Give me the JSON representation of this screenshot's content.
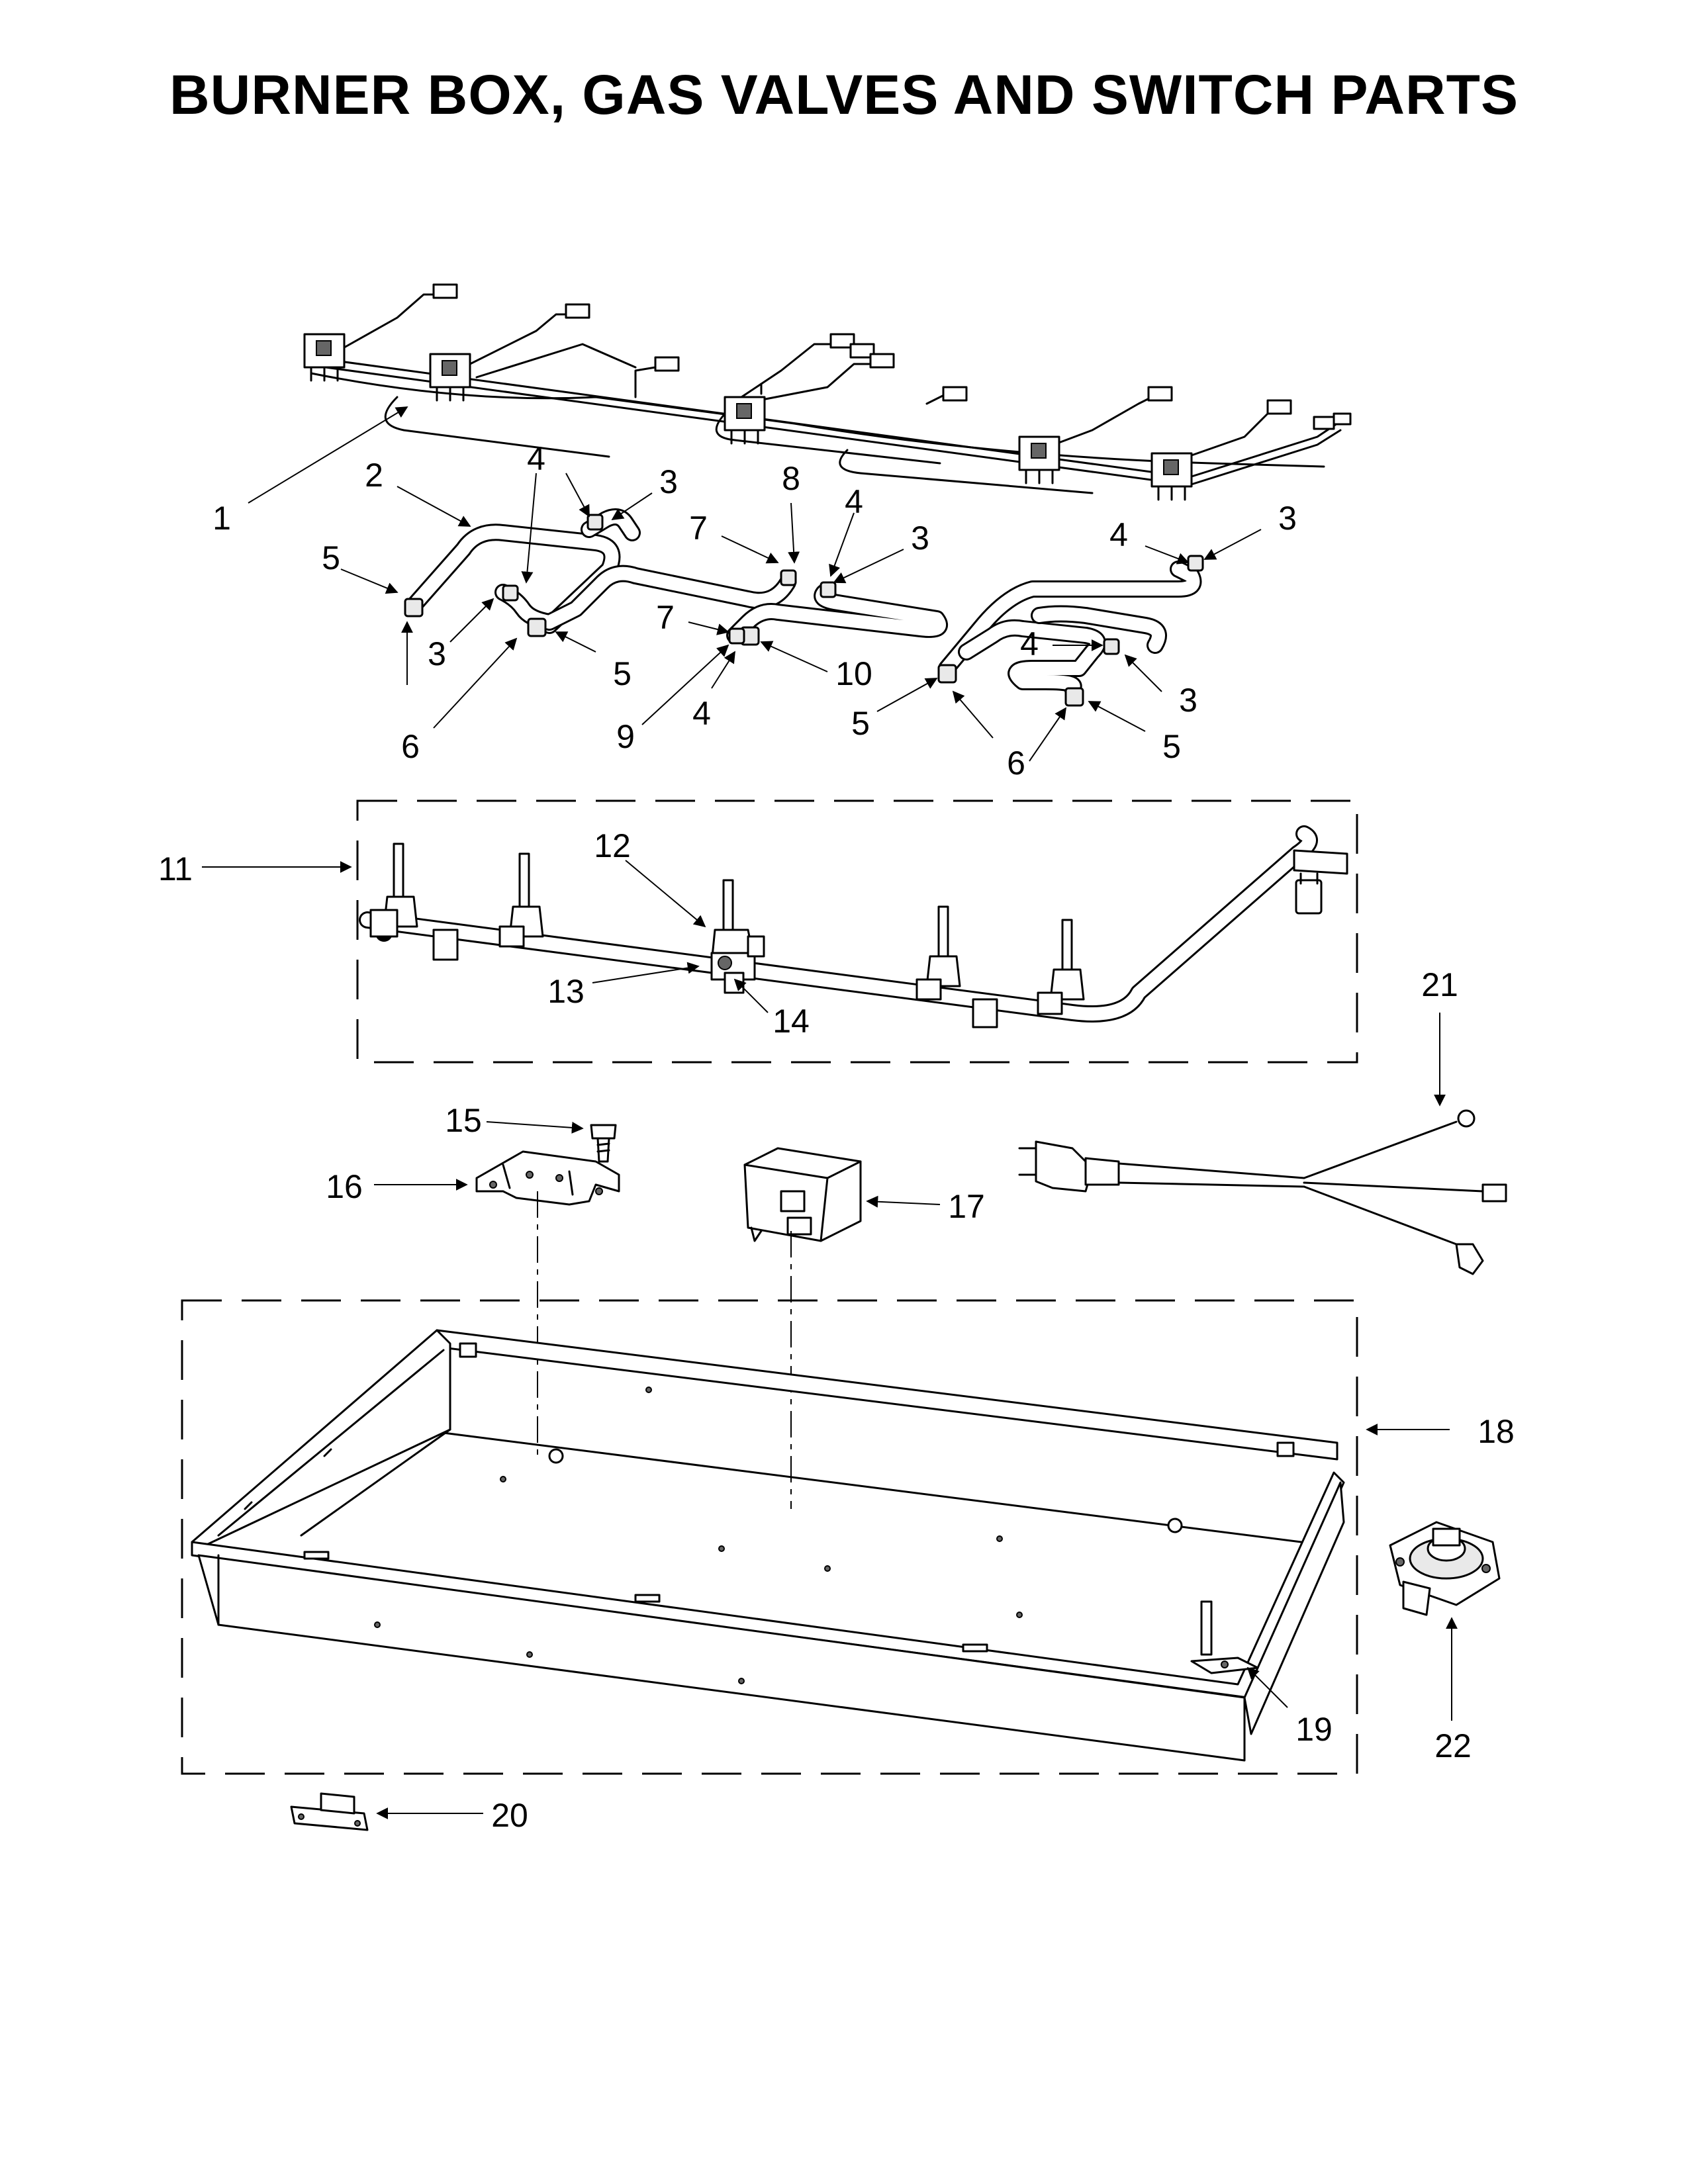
{
  "title": "BURNER BOX, GAS VALVES AND SWITCH PARTS",
  "callouts": [
    {
      "id": "c-1",
      "text": "1"
    },
    {
      "id": "c-2",
      "text": "2"
    },
    {
      "id": "c-3a",
      "text": "3"
    },
    {
      "id": "c-3b",
      "text": "3"
    },
    {
      "id": "c-3c",
      "text": "3"
    },
    {
      "id": "c-3d",
      "text": "3"
    },
    {
      "id": "c-3e",
      "text": "3"
    },
    {
      "id": "c-4a",
      "text": "4"
    },
    {
      "id": "c-4b",
      "text": "4"
    },
    {
      "id": "c-4c",
      "text": "4"
    },
    {
      "id": "c-4d",
      "text": "4"
    },
    {
      "id": "c-4e",
      "text": "4"
    },
    {
      "id": "c-5a",
      "text": "5"
    },
    {
      "id": "c-5b",
      "text": "5"
    },
    {
      "id": "c-5c",
      "text": "5"
    },
    {
      "id": "c-5d",
      "text": "5"
    },
    {
      "id": "c-6a",
      "text": "6"
    },
    {
      "id": "c-6b",
      "text": "6"
    },
    {
      "id": "c-7a",
      "text": "7"
    },
    {
      "id": "c-7b",
      "text": "7"
    },
    {
      "id": "c-8",
      "text": "8"
    },
    {
      "id": "c-9",
      "text": "9"
    },
    {
      "id": "c-10",
      "text": "10"
    },
    {
      "id": "c-11",
      "text": "11"
    },
    {
      "id": "c-12",
      "text": "12"
    },
    {
      "id": "c-13",
      "text": "13"
    },
    {
      "id": "c-14",
      "text": "14"
    },
    {
      "id": "c-15",
      "text": "15"
    },
    {
      "id": "c-16",
      "text": "16"
    },
    {
      "id": "c-17",
      "text": "17"
    },
    {
      "id": "c-18",
      "text": "18"
    },
    {
      "id": "c-19",
      "text": "19"
    },
    {
      "id": "c-20",
      "text": "20"
    },
    {
      "id": "c-21",
      "text": "21"
    },
    {
      "id": "c-22",
      "text": "22"
    }
  ]
}
